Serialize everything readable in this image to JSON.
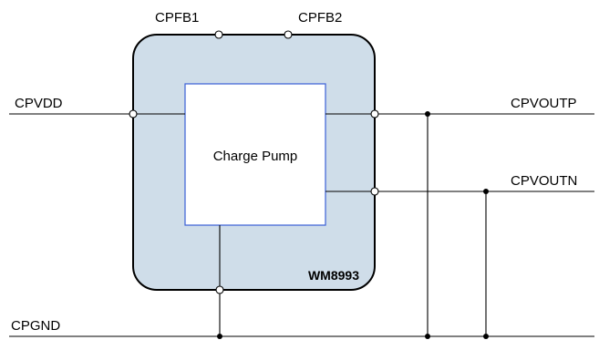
{
  "diagram": {
    "chip_name": "WM8993",
    "block_label": "Charge Pump",
    "pins": {
      "cpfb1": "CPFB1",
      "cpfb2": "CPFB2",
      "cpvdd": "CPVDD",
      "cpvoutp": "CPVOUTP",
      "cpvoutn": "CPVOUTN",
      "cpgnd": "CPGND"
    },
    "colors": {
      "chip_fill": "#cfdde9",
      "block_border": "#3a5fd6",
      "wire": "#000000"
    }
  }
}
